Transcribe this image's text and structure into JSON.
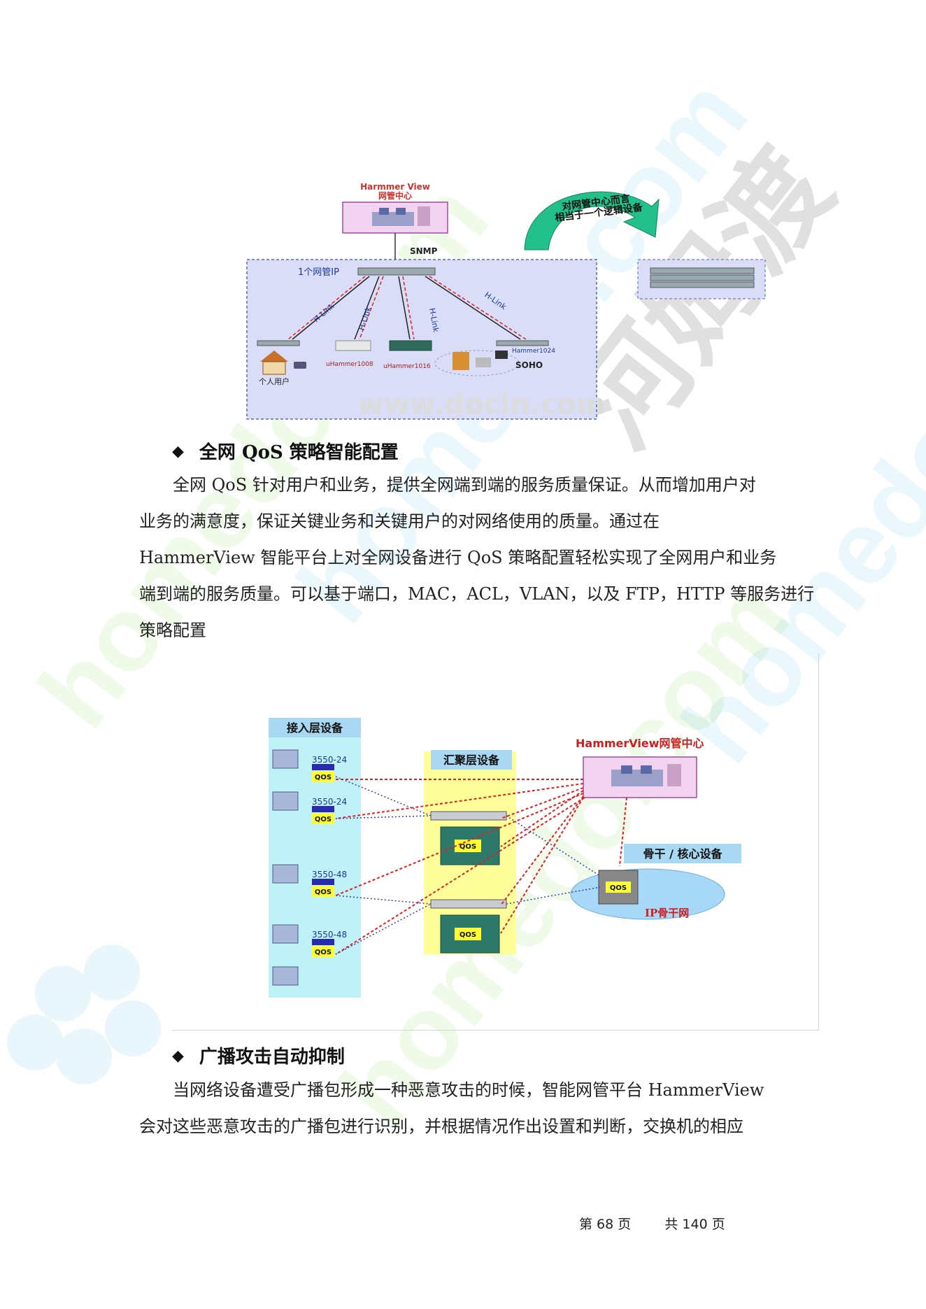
{
  "figure1": {
    "nms_title": "Harmmer View",
    "nms_subtitle": "网管中心",
    "snmp_label": "SNMP",
    "ip_label": "1个网管IP",
    "arrow_caption_1": "对网管中心而言",
    "arrow_caption_2": "相当于一个逻辑设备",
    "links": [
      "H-Link",
      "H-Link",
      "H-Link",
      "H-Link"
    ],
    "devices": {
      "personal_user": "个人用户",
      "uhammer1008": "uHammer1008",
      "uhammer1016": "uHammer1016",
      "hammer1024": "Hammer1024",
      "soho": "SOHO"
    },
    "watermark": "www.docin.com"
  },
  "section1": {
    "bullet": "◆",
    "title": "全网 QoS 策略智能配置",
    "lines": [
      "全网 QoS 针对用户和业务，提供全网端到端的服务质量保证。从而增加用户对",
      "业务的满意度，保证关键业务和关键用户的对网络使用的质量。通过在",
      "HammerView 智能平台上对全网设备进行 QoS 策略配置轻松实现了全网用户和业务",
      "端到端的服务质量。可以基于端口，MAC，ACL，VLAN，以及 FTP，HTTP 等服务进行",
      "策略配置"
    ]
  },
  "figure2": {
    "access_title": "接入层设备",
    "aggregation_title": "汇聚层设备",
    "nms_title": "HammerView网管中心",
    "core_title": "骨干 / 核心设备",
    "backbone_label": "IP骨干网",
    "qos_label": "QOS",
    "switch_labels": [
      "3550-24",
      "3550-24",
      "3550-48",
      "3550-48"
    ]
  },
  "section2": {
    "bullet": "◆",
    "title": "广播攻击自动抑制",
    "lines": [
      "当网络设备遭受广播包形成一种恶意攻击的时候，智能网管平台 HammerView",
      "会对这些恶意攻击的广播包进行识别，并根据情况作出设置和判断，交换机的相应"
    ]
  },
  "footer": {
    "page_label": "第 68 页",
    "total_label": "共 140 页"
  },
  "watermark": {
    "site": "homedo.com",
    "brand": "河姆渡"
  },
  "colors": {
    "link_red": "#e02020",
    "link_blue": "#2a2ab0",
    "arrow_green": "#22c08a",
    "qos_yellow": "#ffff33"
  }
}
